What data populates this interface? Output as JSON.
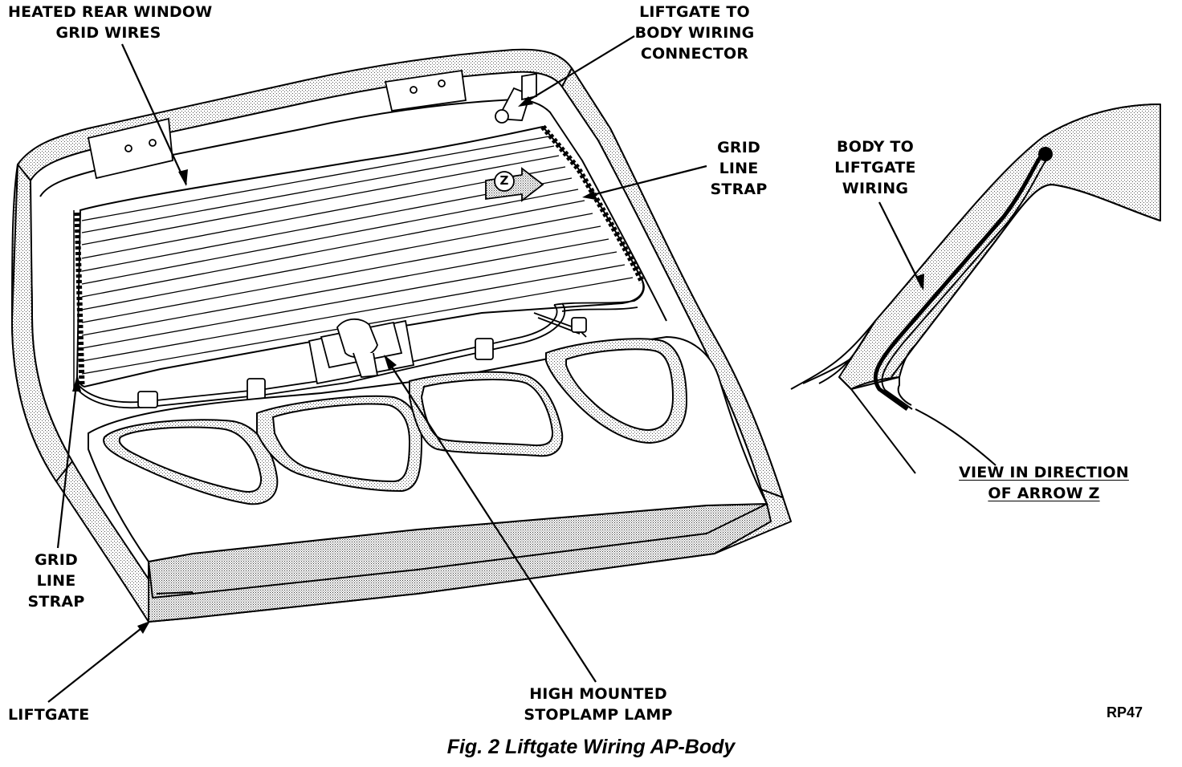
{
  "labels": {
    "heated_rear_window": [
      "HEATED REAR WINDOW",
      "GRID WIRES"
    ],
    "liftgate_to_body": [
      "LIFTGATE TO",
      "BODY WIRING",
      "CONNECTOR"
    ],
    "grid_line_strap_right": [
      "GRID",
      "LINE",
      "STRAP"
    ],
    "body_to_liftgate": [
      "BODY TO",
      "LIFTGATE",
      "WIRING"
    ],
    "view_in_direction": [
      "VIEW IN DIRECTION",
      "OF ARROW Z"
    ],
    "grid_line_strap_left": [
      "GRID",
      "LINE",
      "STRAP"
    ],
    "liftgate": "LIFTGATE",
    "high_mounted_stoplamp": [
      "HIGH MOUNTED",
      "STOPLAMP LAMP"
    ],
    "arrow_z": "Z"
  },
  "figure_code": "RP47",
  "caption": "Fig. 2 Liftgate Wiring AP-Body"
}
